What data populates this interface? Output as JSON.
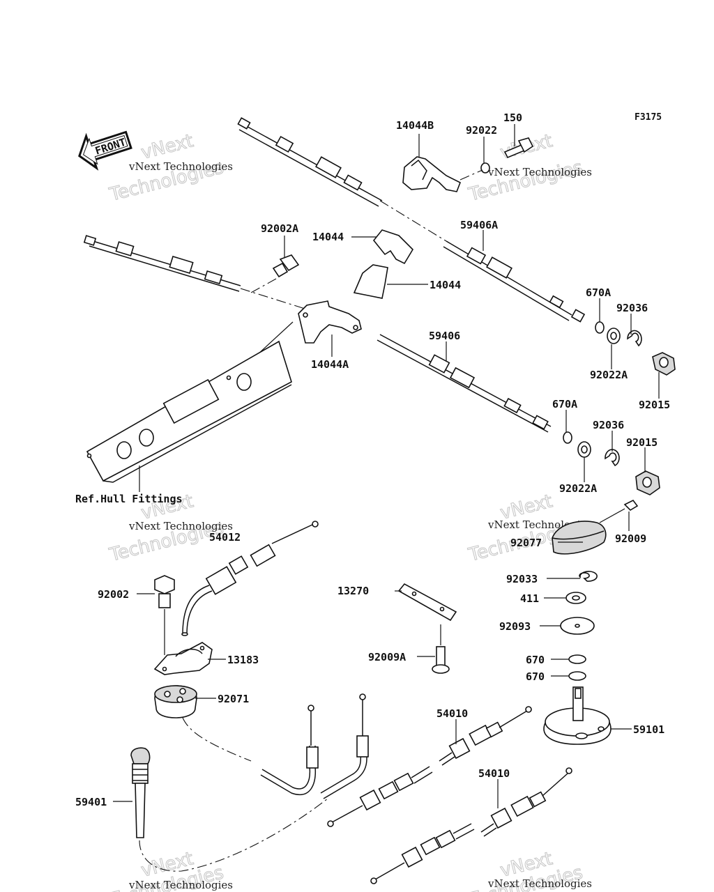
{
  "diagram": {
    "figure_code": "F3175",
    "front_label": "FRONT",
    "ref_label": "Ref.Hull Fittings",
    "watermark": {
      "line1": "vNext Technologies",
      "line2": "vNext",
      "line3": "Technologies"
    },
    "parts": {
      "p14044B": "14044B",
      "p92022": "92022",
      "p150": "150",
      "p92002A": "92002A",
      "p14044_a": "14044",
      "p14044_b": "14044",
      "p59406A": "59406A",
      "p670A_a": "670A",
      "p92036_a": "92036",
      "p92022A_a": "92022A",
      "p92015_a": "92015",
      "p14044A": "14044A",
      "p59406": "59406",
      "p670A_b": "670A",
      "p92036_b": "92036",
      "p92015_b": "92015",
      "p92022A_b": "92022A",
      "p54012": "54012",
      "p92009": "92009",
      "p92077": "92077",
      "p92033": "92033",
      "p411": "411",
      "p92093": "92093",
      "p13270": "13270",
      "p92002": "92002",
      "p13183": "13183",
      "p92009A": "92009A",
      "p670_a": "670",
      "p670_b": "670",
      "p92071": "92071",
      "p54010_a": "54010",
      "p59101": "59101",
      "p54010_b": "54010",
      "p59401": "59401"
    }
  }
}
